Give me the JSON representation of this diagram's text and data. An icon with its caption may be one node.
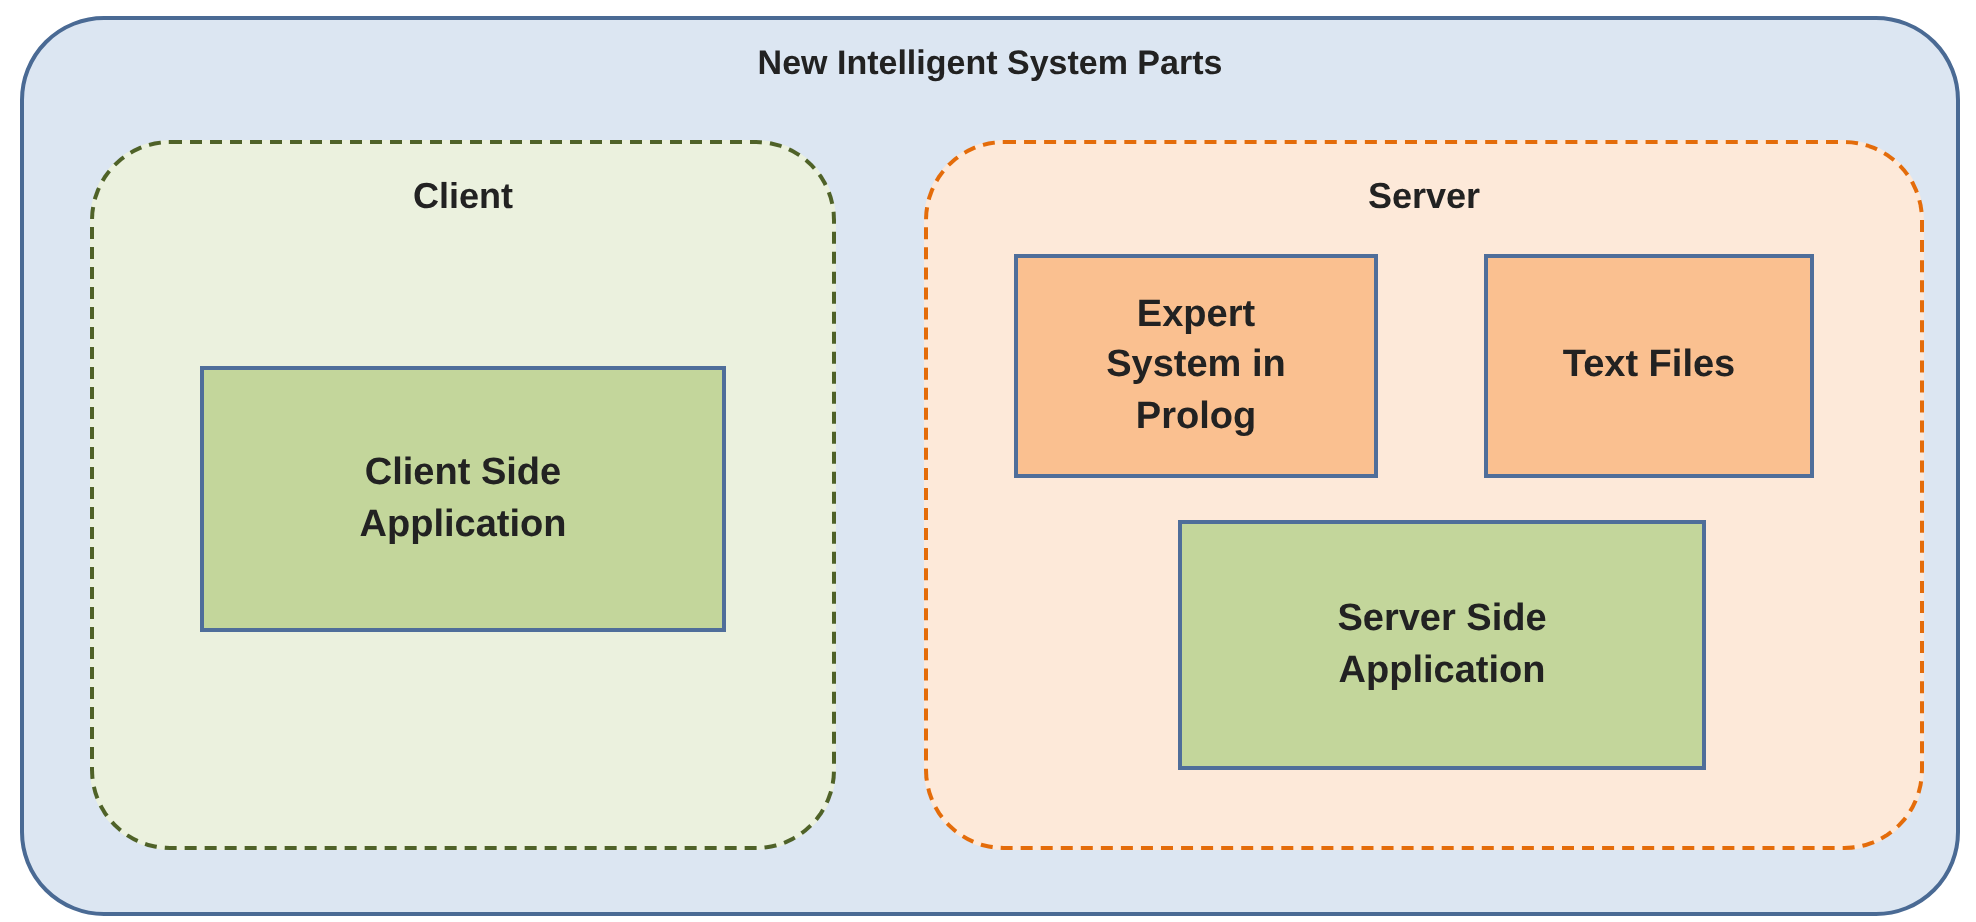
{
  "diagram": {
    "nodes": [
      {
        "text": [
          "New Intelligent System Parts"
        ]
      },
      {
        "text": [
          "Client"
        ],
        "in": 0
      },
      {
        "text": [
          "Client Side Application"
        ],
        "in": 1
      },
      {
        "text": [
          "Server"
        ],
        "in": 0
      },
      {
        "text": [
          "Expert System in Prolog"
        ],
        "in": 3
      },
      {
        "text": [
          "Text Files"
        ],
        "in": 3
      },
      {
        "text": [
          "Server Side Application"
        ],
        "in": 3
      }
    ]
  }
}
